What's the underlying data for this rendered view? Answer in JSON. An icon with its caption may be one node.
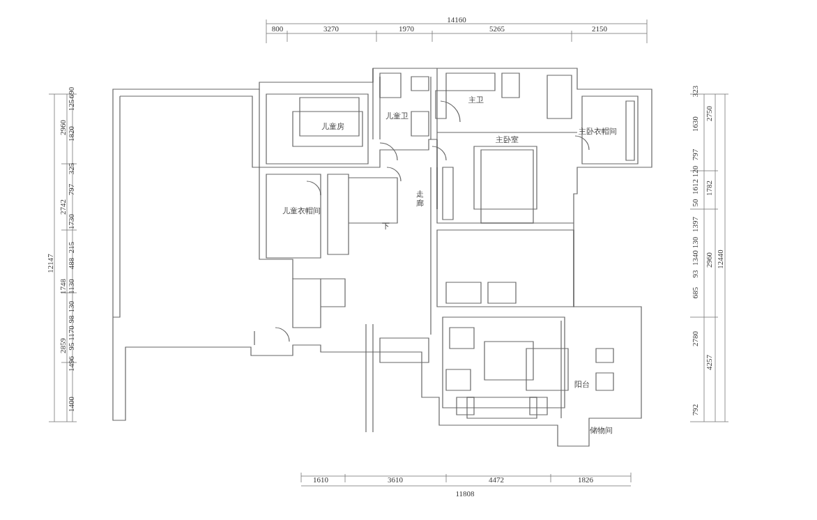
{
  "diagram": {
    "labels": [
      "14160",
      "800",
      "3270",
      "1970",
      "5265",
      "2150",
      "儿童房",
      "儿童卫",
      "主卫",
      "主卧室",
      "主卧衣帽间",
      "儿童衣帽间",
      "走廊",
      "下",
      "阳台",
      "储物间",
      "12147",
      "2960",
      "690",
      "125",
      "1820",
      "325",
      "797",
      "2742",
      "1730",
      "215",
      "488",
      "1748",
      "1130",
      "130",
      "98",
      "1170",
      "2859",
      "95",
      "1496",
      "1400",
      "323",
      "2750",
      "1630",
      "797",
      "120",
      "1612",
      "1782",
      "50",
      "1397",
      "130",
      "1340",
      "2960",
      "93",
      "12440",
      "685",
      "2780",
      "4257",
      "792",
      "1610",
      "3610",
      "4472",
      "1826",
      "11808"
    ]
  }
}
